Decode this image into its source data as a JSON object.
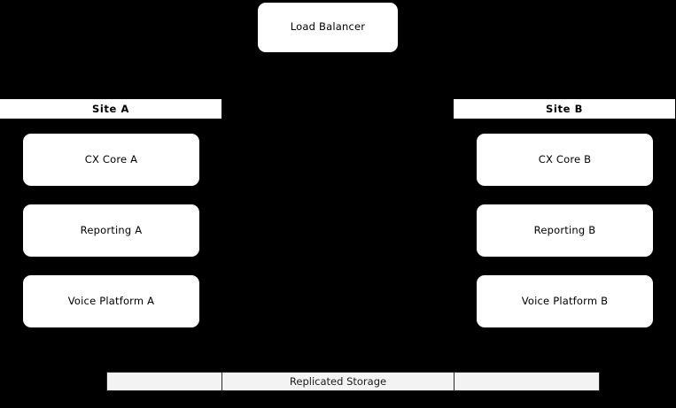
{
  "diagram": {
    "background_color": "#000000",
    "node_fill_color": "#ffffff",
    "storage_fill_color": "#f3f3f3",
    "storage_border_color": "#2b2b2b"
  },
  "load_balancer": {
    "label": "Load Balancer"
  },
  "sites": [
    {
      "header": "Site  A",
      "components": [
        {
          "label": "CX Core A"
        },
        {
          "label": "Reporting A"
        },
        {
          "label": "Voice Platform A"
        }
      ]
    },
    {
      "header": "Site  B",
      "components": [
        {
          "label": "CX Core B"
        },
        {
          "label": "Reporting B"
        },
        {
          "label": "Voice Platform B"
        }
      ]
    }
  ],
  "storage": {
    "cells": [
      {
        "label": ""
      },
      {
        "label": "Replicated Storage"
      },
      {
        "label": ""
      }
    ]
  }
}
